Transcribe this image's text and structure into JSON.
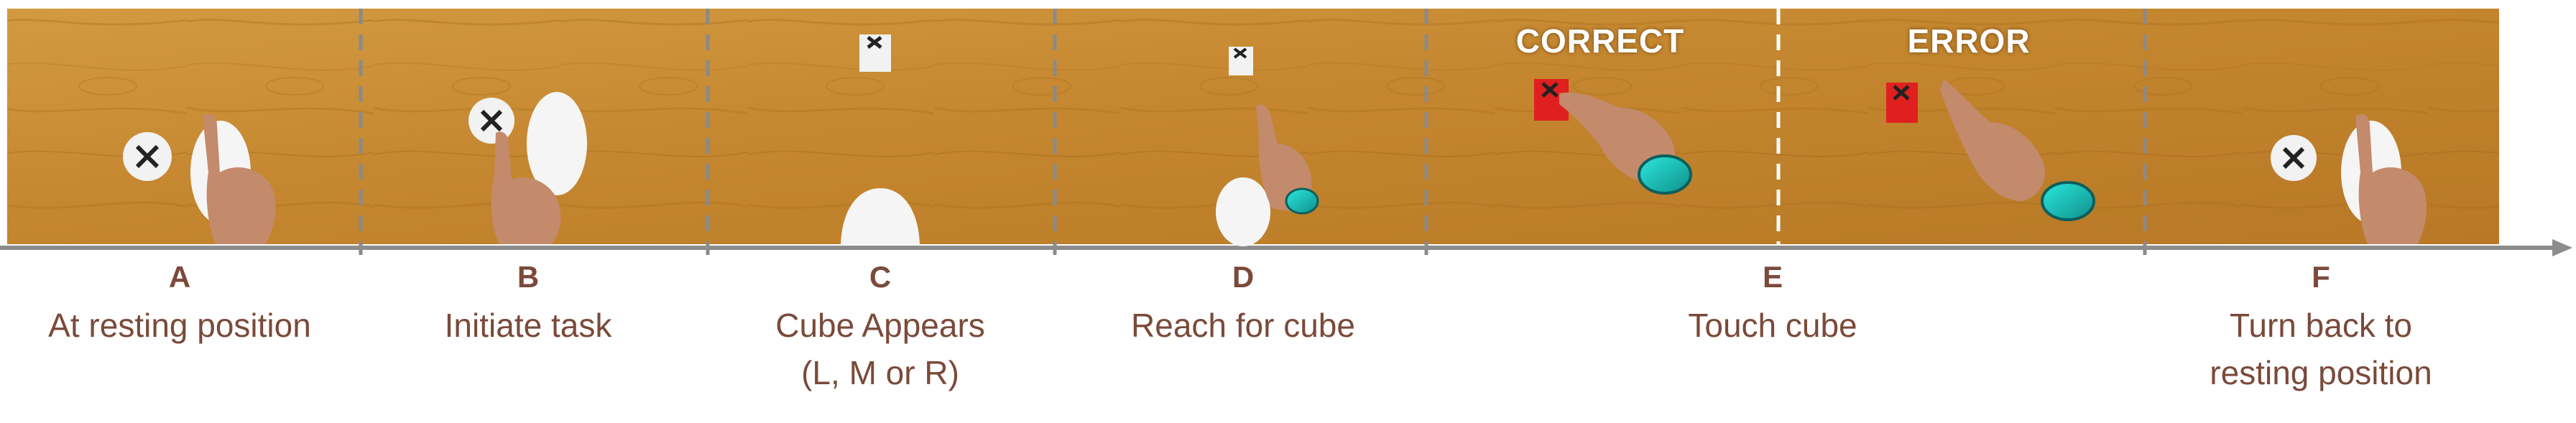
{
  "figure": {
    "steps": [
      {
        "letter": "A",
        "label": "At resting position"
      },
      {
        "letter": "B",
        "label": "Initiate task"
      },
      {
        "letter": "C",
        "label": "Cube Appears\n(L, M or R)"
      },
      {
        "letter": "D",
        "label": "Reach for cube"
      },
      {
        "letter": "E",
        "label": "Touch cube"
      },
      {
        "letter": "F",
        "label": "Turn back to\nresting position"
      }
    ],
    "outcomes": {
      "correct": "CORRECT",
      "error": "ERROR"
    },
    "colors": {
      "wood": "#c98d35",
      "wood_dark": "#a86e22",
      "separator": "#8a8a8a",
      "label_text": "#7a4a3a",
      "timeline": "#8c8c8c",
      "cube_red": "#e0201e",
      "cube_white": "#f2f2f2",
      "hand_skin": "#c48a6c",
      "controller_teal": "#18c9c0"
    }
  }
}
